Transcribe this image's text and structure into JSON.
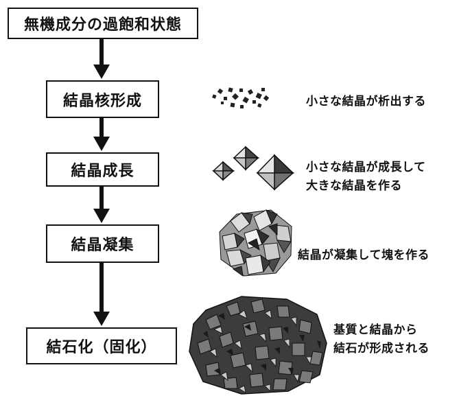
{
  "steps": [
    {
      "label": "無機成分の過飽和状態"
    },
    {
      "label": "結晶核形成",
      "description": [
        "小さな結晶が析出する"
      ]
    },
    {
      "label": "結晶成長",
      "description": [
        "小さな結晶が成長して",
        "大きな結晶を作る"
      ]
    },
    {
      "label": "結晶凝集",
      "description": [
        "結晶が凝集して塊を作る"
      ]
    },
    {
      "label": "結石化（固化）",
      "description": [
        "基質と結晶から",
        "結石が形成される"
      ]
    }
  ],
  "illustrations": [
    {
      "name": "scattered-tiny-crystals"
    },
    {
      "name": "three-octahedral-crystals"
    },
    {
      "name": "crystal-aggregate"
    },
    {
      "name": "stone-mass"
    }
  ]
}
